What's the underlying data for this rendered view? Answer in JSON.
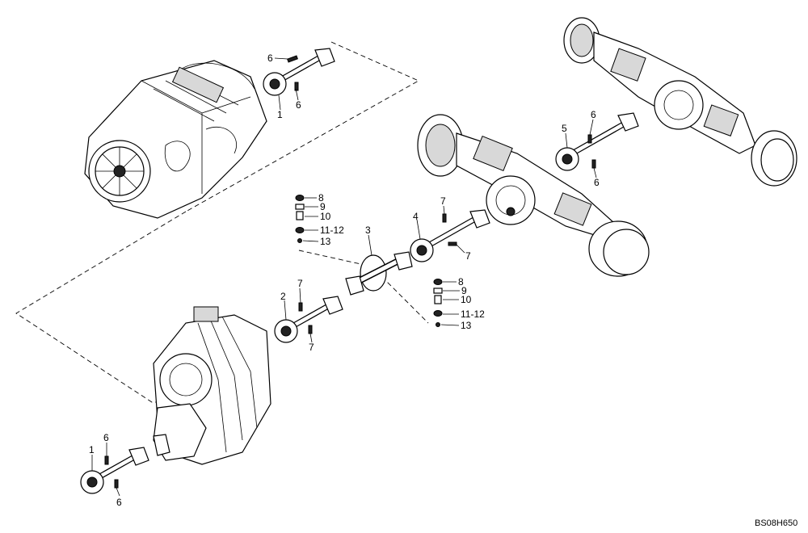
{
  "drawing_code": "BS08H650",
  "callouts": {
    "engine_shaft": {
      "shaft": "1",
      "bolt_top": "6",
      "bolt_bottom": "6"
    },
    "rear_shaft": {
      "shaft": "5",
      "bolt_top": "6",
      "bolt_bottom": "6"
    },
    "transfer_shaft": {
      "shaft": "4",
      "bolt_top": "7",
      "bolt_bottom": "7"
    },
    "gearbox_shaft": {
      "shaft": "2",
      "bolt_top": "7",
      "bolt_bottom": "7"
    },
    "center_bearing": {
      "part": "3"
    },
    "front_output_shaft": {
      "shaft": "1",
      "bolt_top": "6",
      "bolt_bottom": "6"
    },
    "hardware_upper": {
      "washer": "8",
      "nut": "9",
      "bolt": "10",
      "spacer": "11-12",
      "clip": "13"
    },
    "hardware_lower": {
      "washer": "8",
      "nut": "9",
      "bolt": "10",
      "spacer": "11-12",
      "clip": "13"
    }
  }
}
